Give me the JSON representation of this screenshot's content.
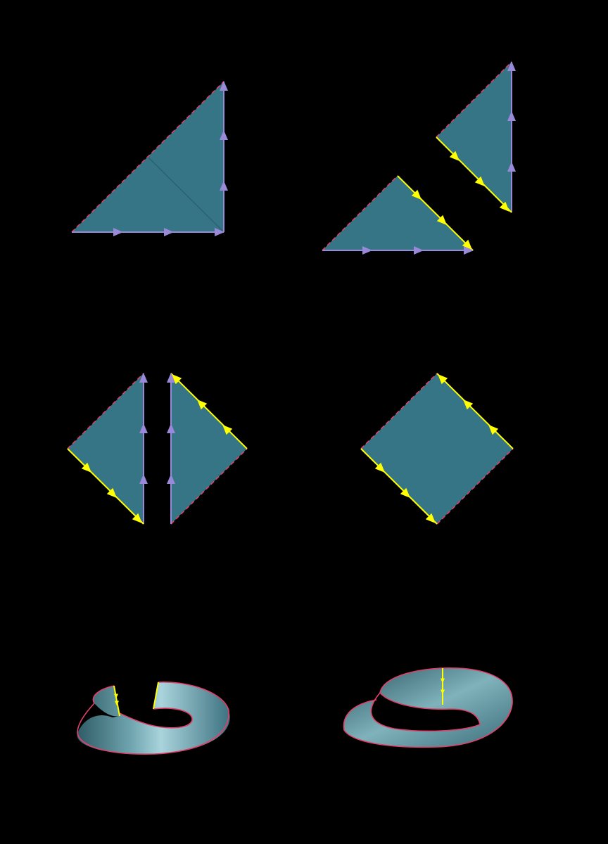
{
  "panels": [
    {
      "id": "triangle-cut-line",
      "description_hidden": true
    },
    {
      "id": "two-triangles"
    },
    {
      "id": "two-triangles-rotated"
    },
    {
      "id": "square-glued"
    },
    {
      "id": "open-band"
    },
    {
      "id": "mobius-band"
    }
  ],
  "colors": {
    "background": "#000000",
    "face": "#357585",
    "face_edge": "#2c6270",
    "purple_edge": "#9a88d8",
    "yellow_edge": "#ffff00",
    "red_dashed": "#e2406a",
    "band_light": "#a9d4dc",
    "band_dark": "#2f5c66"
  },
  "icons": {
    "purple_arrow": "triangle-arrow-icon",
    "yellow_arrow": "triangle-arrow-icon"
  }
}
